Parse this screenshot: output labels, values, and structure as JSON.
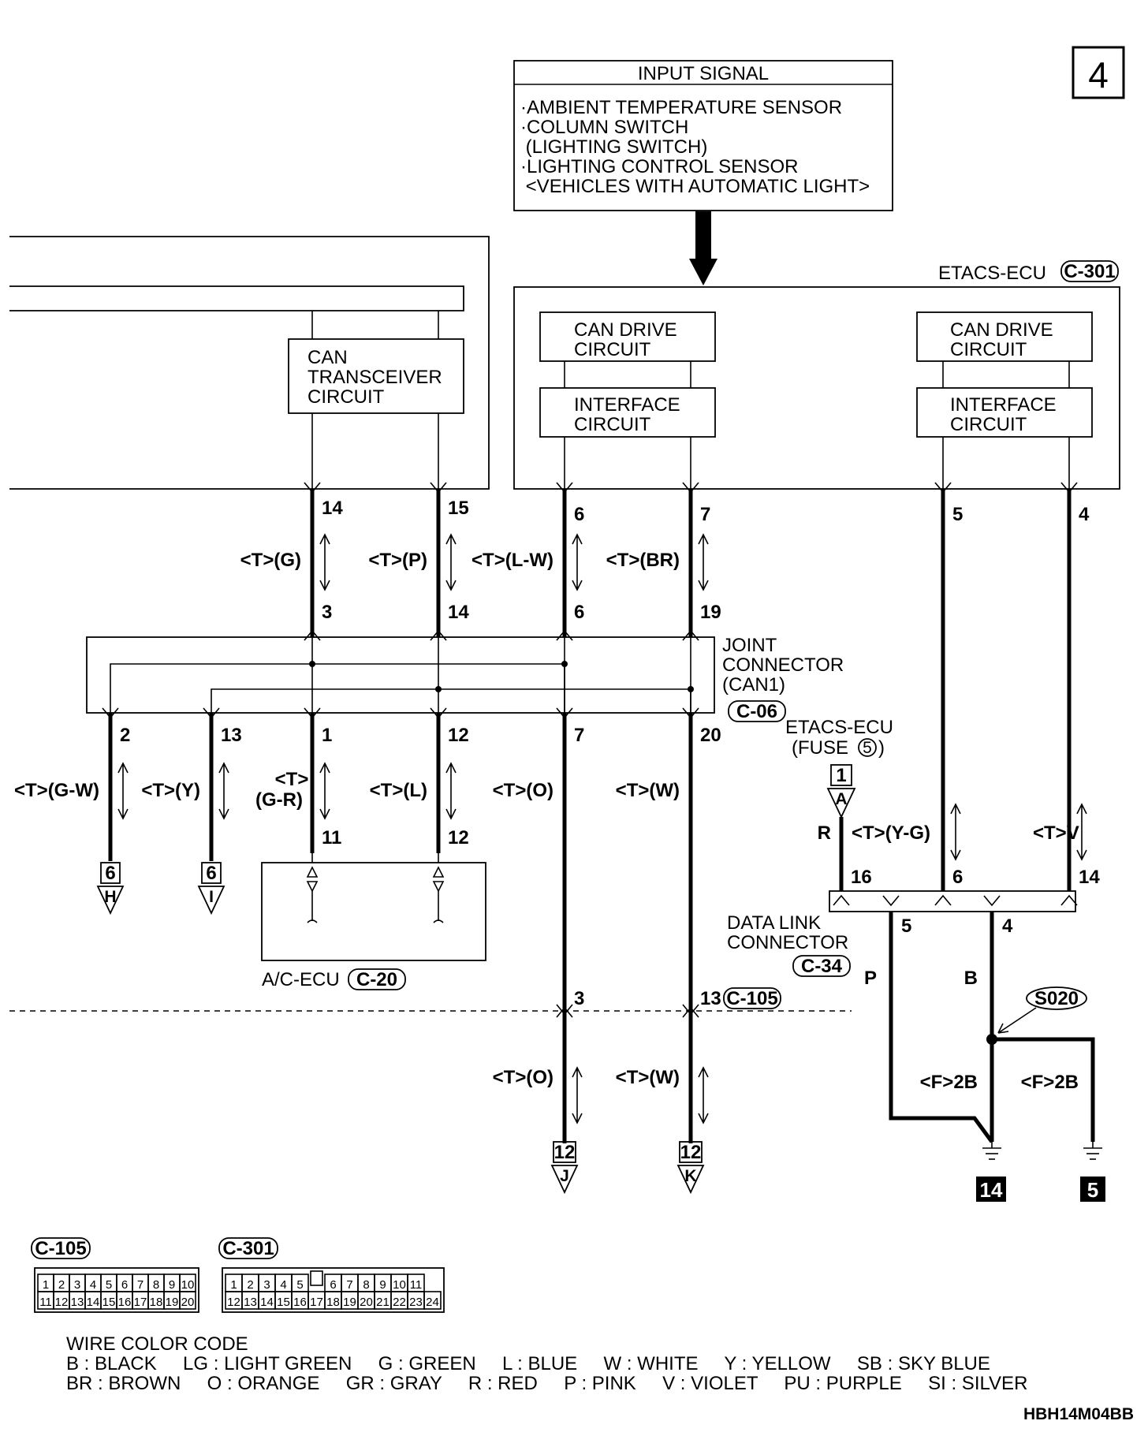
{
  "page_number": "4",
  "input_signal": {
    "title": "INPUT SIGNAL",
    "lines": [
      "·AMBIENT TEMPERATURE SENSOR",
      "·COLUMN SWITCH",
      " (LIGHTING SWITCH)",
      "·LIGHTING CONTROL SENSOR",
      " <VEHICLES WITH AUTOMATIC LIGHT>"
    ]
  },
  "etacs": {
    "label": "ETACS-ECU",
    "connector": "C-301",
    "can_drive": [
      "CAN DRIVE",
      "CIRCUIT"
    ],
    "interface": [
      "INTERFACE",
      "CIRCUIT"
    ]
  },
  "can_transceiver": [
    "CAN",
    "TRANSCEIVER",
    "CIRCUIT"
  ],
  "pins": {
    "p14": "14",
    "p15": "15",
    "p6": "6",
    "p7": "7",
    "p5": "5",
    "p4": "4",
    "j3": "3",
    "j14": "14",
    "j6": "6",
    "j19": "19",
    "j2": "2",
    "j13": "13",
    "j1": "1",
    "j12": "12",
    "j7": "7",
    "j20": "20",
    "a11": "11",
    "a12": "12",
    "d16": "16",
    "d6": "6",
    "d14": "14",
    "d5": "5",
    "d4": "4",
    "c3": "3",
    "c13": "13"
  },
  "wire_labels": {
    "g": "<T>(G)",
    "p": "<T>(P)",
    "lw": "<T>(L-W)",
    "br": "<T>(BR)",
    "gw": "<T>(G-W)",
    "y": "<T>(Y)",
    "t": "<T>",
    "gr": "(G-R)",
    "l": "<T>(L)",
    "o": "<T>(O)",
    "w": "<T>(W)",
    "yg": "<T>(Y-G)",
    "v": "<T>V",
    "o2": "<T>(O)",
    "w2": "<T>(W)",
    "r": "R",
    "pink": "P",
    "black": "B",
    "f2b": "<F>2B",
    "f2b2": "<F>2B"
  },
  "joint_connector": {
    "lines": [
      "JOINT",
      "CONNECTOR",
      "(CAN1)"
    ],
    "connector": "C-06"
  },
  "fuse": {
    "lines": [
      "ETACS-ECU",
      "(FUSE"
    ],
    "number": "5",
    "close": ")",
    "terminal": "1",
    "letter": "A"
  },
  "ac_ecu": {
    "label": "A/C-ECU",
    "connector": "C-20"
  },
  "data_link": {
    "lines": [
      "DATA LINK",
      "CONNECTOR"
    ],
    "connector": "C-34"
  },
  "c105": "C-105",
  "splice": "S020",
  "refs": {
    "h": {
      "num": "6",
      "letter": "H"
    },
    "i": {
      "num": "6",
      "letter": "I"
    },
    "j": {
      "num": "12",
      "letter": "J"
    },
    "k": {
      "num": "12",
      "letter": "K"
    }
  },
  "grounds": [
    "14",
    "5"
  ],
  "connector_views": {
    "c105": {
      "name": "C-105",
      "row1": [
        "1",
        "2",
        "3",
        "4",
        "5",
        "6",
        "7",
        "8",
        "9",
        "10"
      ],
      "row2": [
        "11",
        "12",
        "13",
        "14",
        "15",
        "16",
        "17",
        "18",
        "19",
        "20"
      ]
    },
    "c301": {
      "name": "C-301",
      "row1": [
        "1",
        "2",
        "3",
        "4",
        "5",
        "6",
        "7",
        "8",
        "9",
        "10",
        "11"
      ],
      "row2": [
        "12",
        "13",
        "14",
        "15",
        "16",
        "17",
        "18",
        "19",
        "20",
        "21",
        "22",
        "23",
        "24"
      ]
    }
  },
  "wire_color_code": {
    "title": "WIRE COLOR CODE",
    "line1": "B : BLACK     LG : LIGHT GREEN     G : GREEN     L : BLUE     W : WHITE     Y : YELLOW     SB : SKY BLUE",
    "line2": "BR : BROWN     O : ORANGE     GR : GRAY     R : RED     P : PINK     V : VIOLET     PU : PURPLE     SI : SILVER"
  },
  "figure_code": "HBH14M04BB"
}
